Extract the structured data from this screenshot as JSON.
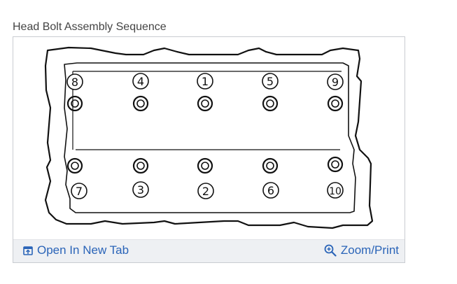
{
  "caption": "Head Bolt Assembly Sequence",
  "diagram": {
    "top_row_numbers": [
      "8",
      "4",
      "1",
      "5",
      "9"
    ],
    "bottom_row_numbers": [
      "7",
      "3",
      "2",
      "6",
      "10"
    ]
  },
  "footer": {
    "open_tab_label": "Open In New Tab",
    "open_tab_icon": "open-in-new-tab-icon",
    "zoom_label": "Zoom/Print",
    "zoom_icon": "magnifier-plus-icon"
  },
  "colors": {
    "link": "#2a64b8",
    "footer_bg": "#eef0f3",
    "frame_border": "#c9ccd1"
  }
}
